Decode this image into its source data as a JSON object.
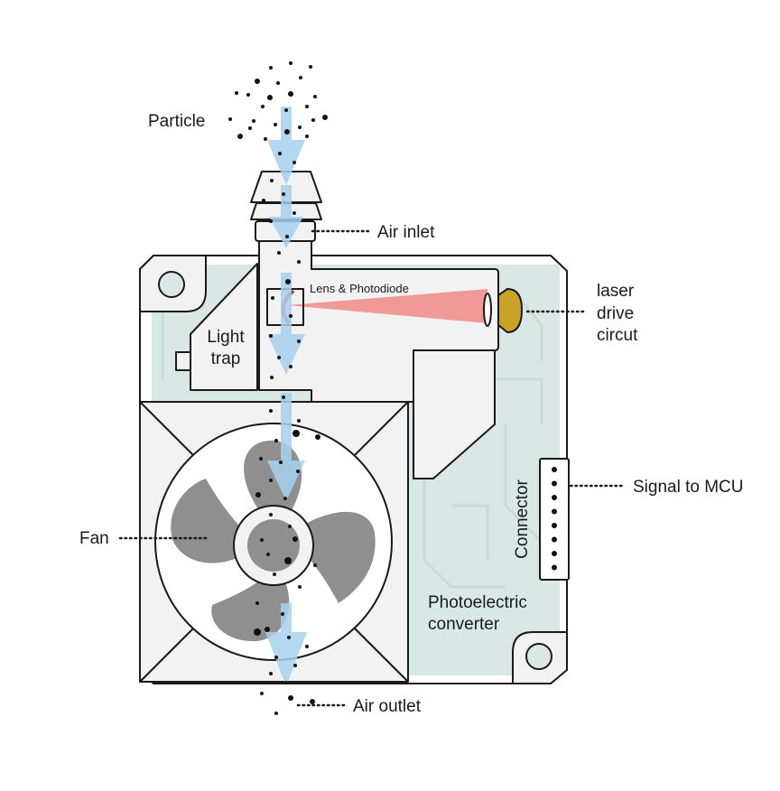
{
  "labels": {
    "particle": "Particle",
    "air_inlet": "Air inlet",
    "lens_photodiode": "Lens & Photodiode",
    "light_trap_line1": "Light",
    "light_trap_line2": "trap",
    "laser_line1": "laser",
    "laser_line2": "drive",
    "laser_line3": "circut",
    "connector": "Connector",
    "signal": "Signal to MCU",
    "fan": "Fan",
    "photoelectric_line1": "Photoelectric",
    "photoelectric_line2": "converter",
    "air_outlet": "Air outlet"
  },
  "colors": {
    "board": "#d9e8e5",
    "board_trace": "#c9dcd8",
    "housing": "#f2f2f2",
    "fan_blade": "#8f8f8f",
    "airflow": "#a8d1ef",
    "laser_beam": "#f08a8a",
    "laser_source": "#c9a227",
    "lens": "#c0392b",
    "particle": "#111111",
    "line": "#1a1a1a"
  },
  "connector_pins": 8
}
